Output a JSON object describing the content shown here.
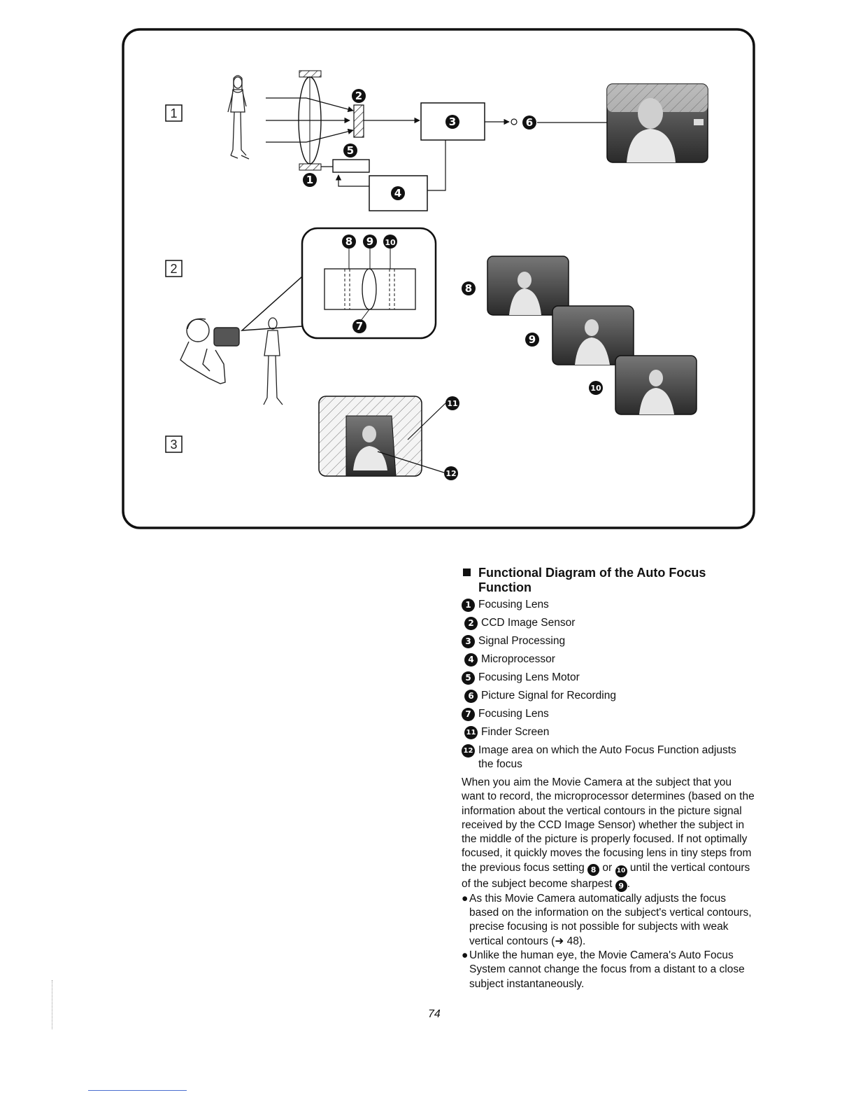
{
  "figure": {
    "section_labels": [
      "1",
      "2",
      "3"
    ],
    "callouts": [
      "1",
      "2",
      "3",
      "4",
      "5",
      "6",
      "7",
      "8",
      "9",
      "10",
      "11",
      "12"
    ]
  },
  "legend": {
    "heading": "Functional Diagram of the Auto Focus Function",
    "items": [
      {
        "num": "1",
        "label": "Focusing Lens"
      },
      {
        "num": "2",
        "label": "CCD Image Sensor"
      },
      {
        "num": "3",
        "label": "Signal Processing"
      },
      {
        "num": "4",
        "label": "Microprocessor"
      },
      {
        "num": "5",
        "label": "Focusing Lens Motor"
      },
      {
        "num": "6",
        "label": "Picture Signal for Recording"
      },
      {
        "num": "7",
        "label": "Focusing Lens"
      },
      {
        "num": "11",
        "label": "Finder Screen"
      },
      {
        "num": "12",
        "label": "Image area on which the Auto Focus Function adjusts the focus"
      }
    ],
    "para_part1": "When you aim the Movie Camera at the subject that you want to record, the microprocessor determines (based on the information about the vertical contours in the picture signal received by the CCD Image Sensor) whether the subject in the middle of the picture is properly focused. If not optimally focused, it quickly moves the focusing lens in tiny steps from the previous focus setting",
    "para_ref1": "8",
    "para_or": "or",
    "para_ref2": "10",
    "para_part2": "until the vertical contours of the subject become sharpest",
    "para_ref3": "9",
    "para_end": ".",
    "bullet1": "As this Movie Camera automatically adjusts the focus based on the information on the subject's vertical contours, precise focusing is not possible for subjects with weak vertical contours (➜ 48).",
    "bullet2": "Unlike the human eye, the Movie Camera's Auto Focus System cannot change the focus from a distant to a close subject instantaneously."
  },
  "page_number": "74"
}
